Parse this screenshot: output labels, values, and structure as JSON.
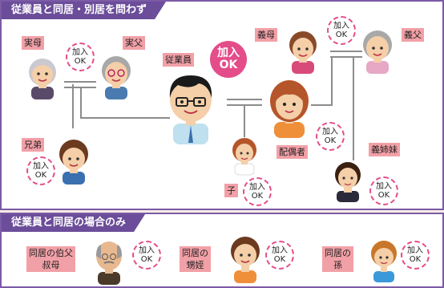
{
  "colors": {
    "frame": "#7b5aa6",
    "header_bg": "#6b4d9a",
    "label_bg": "#f2a0a7",
    "badge_border": "#e44c8a",
    "badge_fill_employee": "#e44c8a",
    "connector": "#8c8c8c",
    "page_bg": "#f7ece4"
  },
  "section1": {
    "title": "従業員と同居・別居を問わず",
    "badge": {
      "line1": "加入",
      "line2": "OK"
    },
    "employee": {
      "label": "従業員",
      "badge_line1": "加入",
      "badge_line2": "OK",
      "icon": "employee-face-icon"
    },
    "mother": {
      "label": "実母",
      "icon": "grandmother-face-icon"
    },
    "father": {
      "label": "実父",
      "icon": "grandfather-face-icon"
    },
    "sibling": {
      "label": "兄弟",
      "icon": "boy-face-icon"
    },
    "child": {
      "label": "子",
      "icon": "girl-face-icon"
    },
    "spouse": {
      "label": "配偶者",
      "icon": "woman-face-icon"
    },
    "mother_in_law": {
      "label": "義母",
      "icon": "grandmother-face-icon"
    },
    "father_in_law": {
      "label": "義父",
      "icon": "grandfather-face-icon"
    },
    "sister_in_law": {
      "label": "義姉妹",
      "icon": "woman-face-icon"
    }
  },
  "section2": {
    "title": "従業員と同居の場合のみ",
    "uncle_aunt": {
      "label_line1": "同居の伯父",
      "label_line2": "叔母",
      "icon": "old-man-face-icon"
    },
    "nephew_niece": {
      "label_line1": "同居の",
      "label_line2": "甥姪",
      "icon": "child-face-icon"
    },
    "grandchild": {
      "label_line1": "同居の",
      "label_line2": "孫",
      "icon": "child-face-icon"
    }
  }
}
